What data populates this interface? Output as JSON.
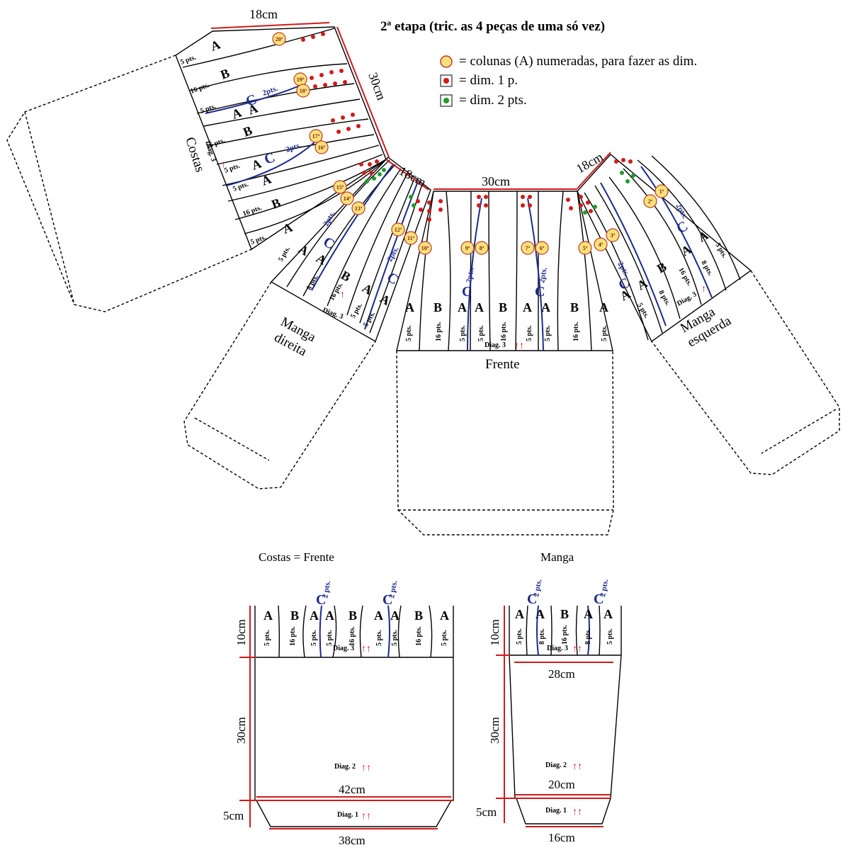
{
  "title": "2ª etapa (tric. as 4 peças de uma só vez)",
  "legend": [
    {
      "icon": "yellow-circle-icon",
      "text": "= colunas (A) numeradas, para fazer as dim."
    },
    {
      "icon": "red-dot-icon",
      "text": "= dim. 1 p."
    },
    {
      "icon": "green-dot-icon",
      "text": "= dim. 2 pts."
    }
  ],
  "colors": {
    "red": "#d11a1a",
    "green": "#1f9c2a",
    "blue": "#1b2a8c",
    "yellow": "#f7e27a",
    "marker_border": "#c0392b"
  },
  "pieces": {
    "costas": "Costas",
    "manga_direita": [
      "Manga",
      "direita"
    ],
    "frente": "Frente",
    "manga_esquerda": [
      "Manga",
      "esquerda"
    ]
  },
  "top_measures": {
    "costas_top": "18cm",
    "costas_side": "30cm",
    "right_sleeve_top": "18cm",
    "front_top": "30cm",
    "left_sleeve_top": "18cm"
  },
  "column_labels": {
    "A": "A",
    "B": "B",
    "C": "C",
    "pts5": "5 pts.",
    "pts8": "8 pts.",
    "pts16": "16 pts.",
    "pts2": "2pts.",
    "pts2b": "2 pts.",
    "diag3": "Diag. 3",
    "diag2": "Diag. 2",
    "diag1": "Diag. 1"
  },
  "markers": [
    "1ª",
    "2ª",
    "3ª",
    "4ª",
    "5ª",
    "6ª",
    "7ª",
    "8ª",
    "9ª",
    "10ª",
    "11ª",
    "12ª",
    "13ª",
    "14ª",
    "15ª",
    "16ª",
    "17ª",
    "18ª",
    "19ª",
    "20ª"
  ],
  "schematics": {
    "costas_frente": {
      "title": "Costas = Frente",
      "h_top": "10cm",
      "h_mid": "30cm",
      "h_bot": "5cm",
      "w_mid": "42cm",
      "w_bot": "38cm"
    },
    "manga": {
      "title": "Manga",
      "h_top": "10cm",
      "h_mid": "30cm",
      "h_bot": "5cm",
      "w_top": "28cm",
      "w_mid": "20cm",
      "w_bot": "16cm"
    }
  }
}
